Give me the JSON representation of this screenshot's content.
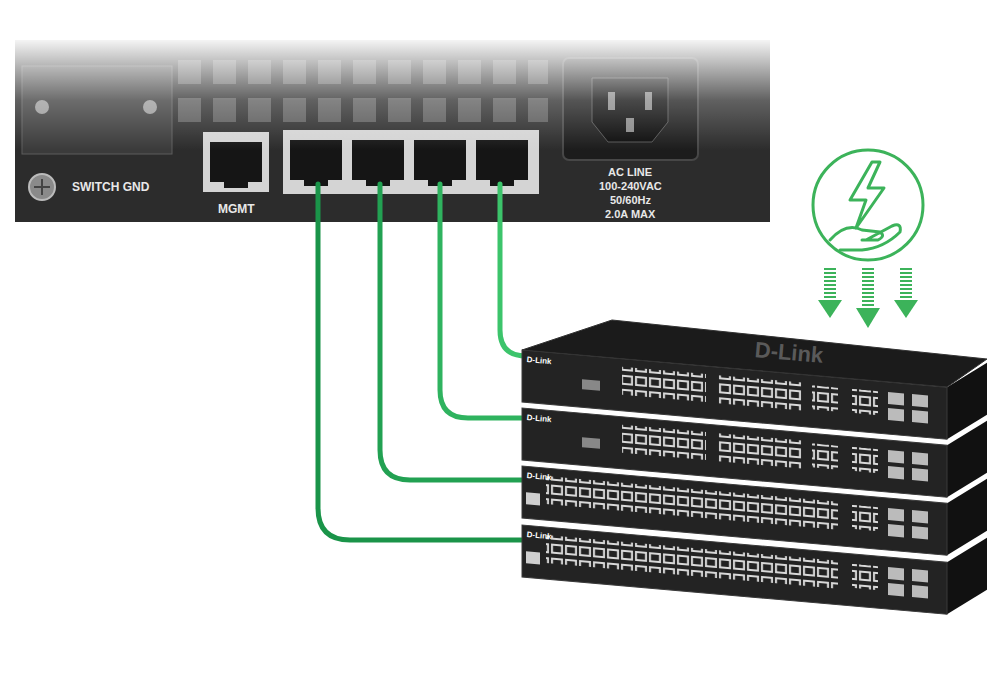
{
  "diagram": {
    "labels": [
      "SWITCH GND",
      "MGMT",
      "AC LINE",
      "100-240VAC",
      "50/60Hz",
      "2.0A MAX",
      "D-Link",
      "D-Link",
      "D-Link",
      "D-Link",
      "D-Link"
    ]
  }
}
